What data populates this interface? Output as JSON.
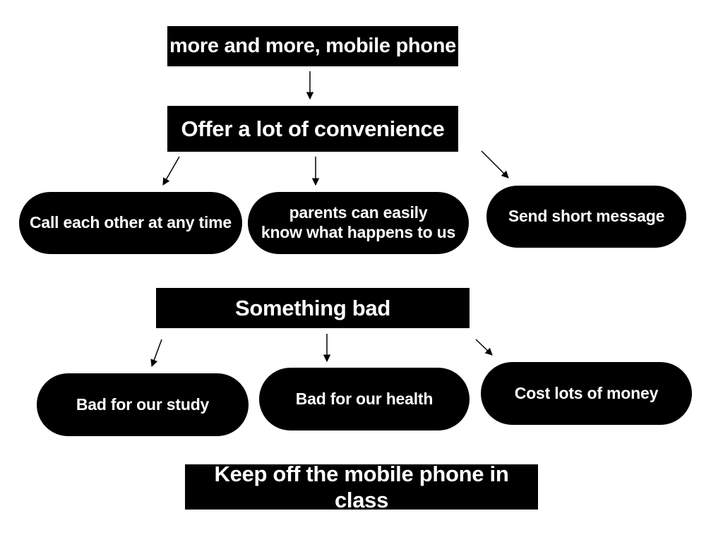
{
  "diagram": {
    "top_box": "more and more, mobile phone",
    "convenience": {
      "header": "Offer a lot of convenience",
      "items": [
        {
          "text": "Call each other at any time"
        },
        {
          "line1": "parents can easily",
          "line2": "know what happens to us"
        },
        {
          "text": "Send short message"
        }
      ]
    },
    "bad": {
      "header": "Something bad",
      "items": [
        {
          "text": "Bad for our study"
        },
        {
          "text": "Bad for our health"
        },
        {
          "text": "Cost lots of money"
        }
      ]
    },
    "conclusion": "Keep off the mobile phone in class"
  },
  "colors": {
    "box_fill": "#000000",
    "box_text": "#ffffff",
    "arrow": "#000000",
    "background": "#ffffff"
  }
}
